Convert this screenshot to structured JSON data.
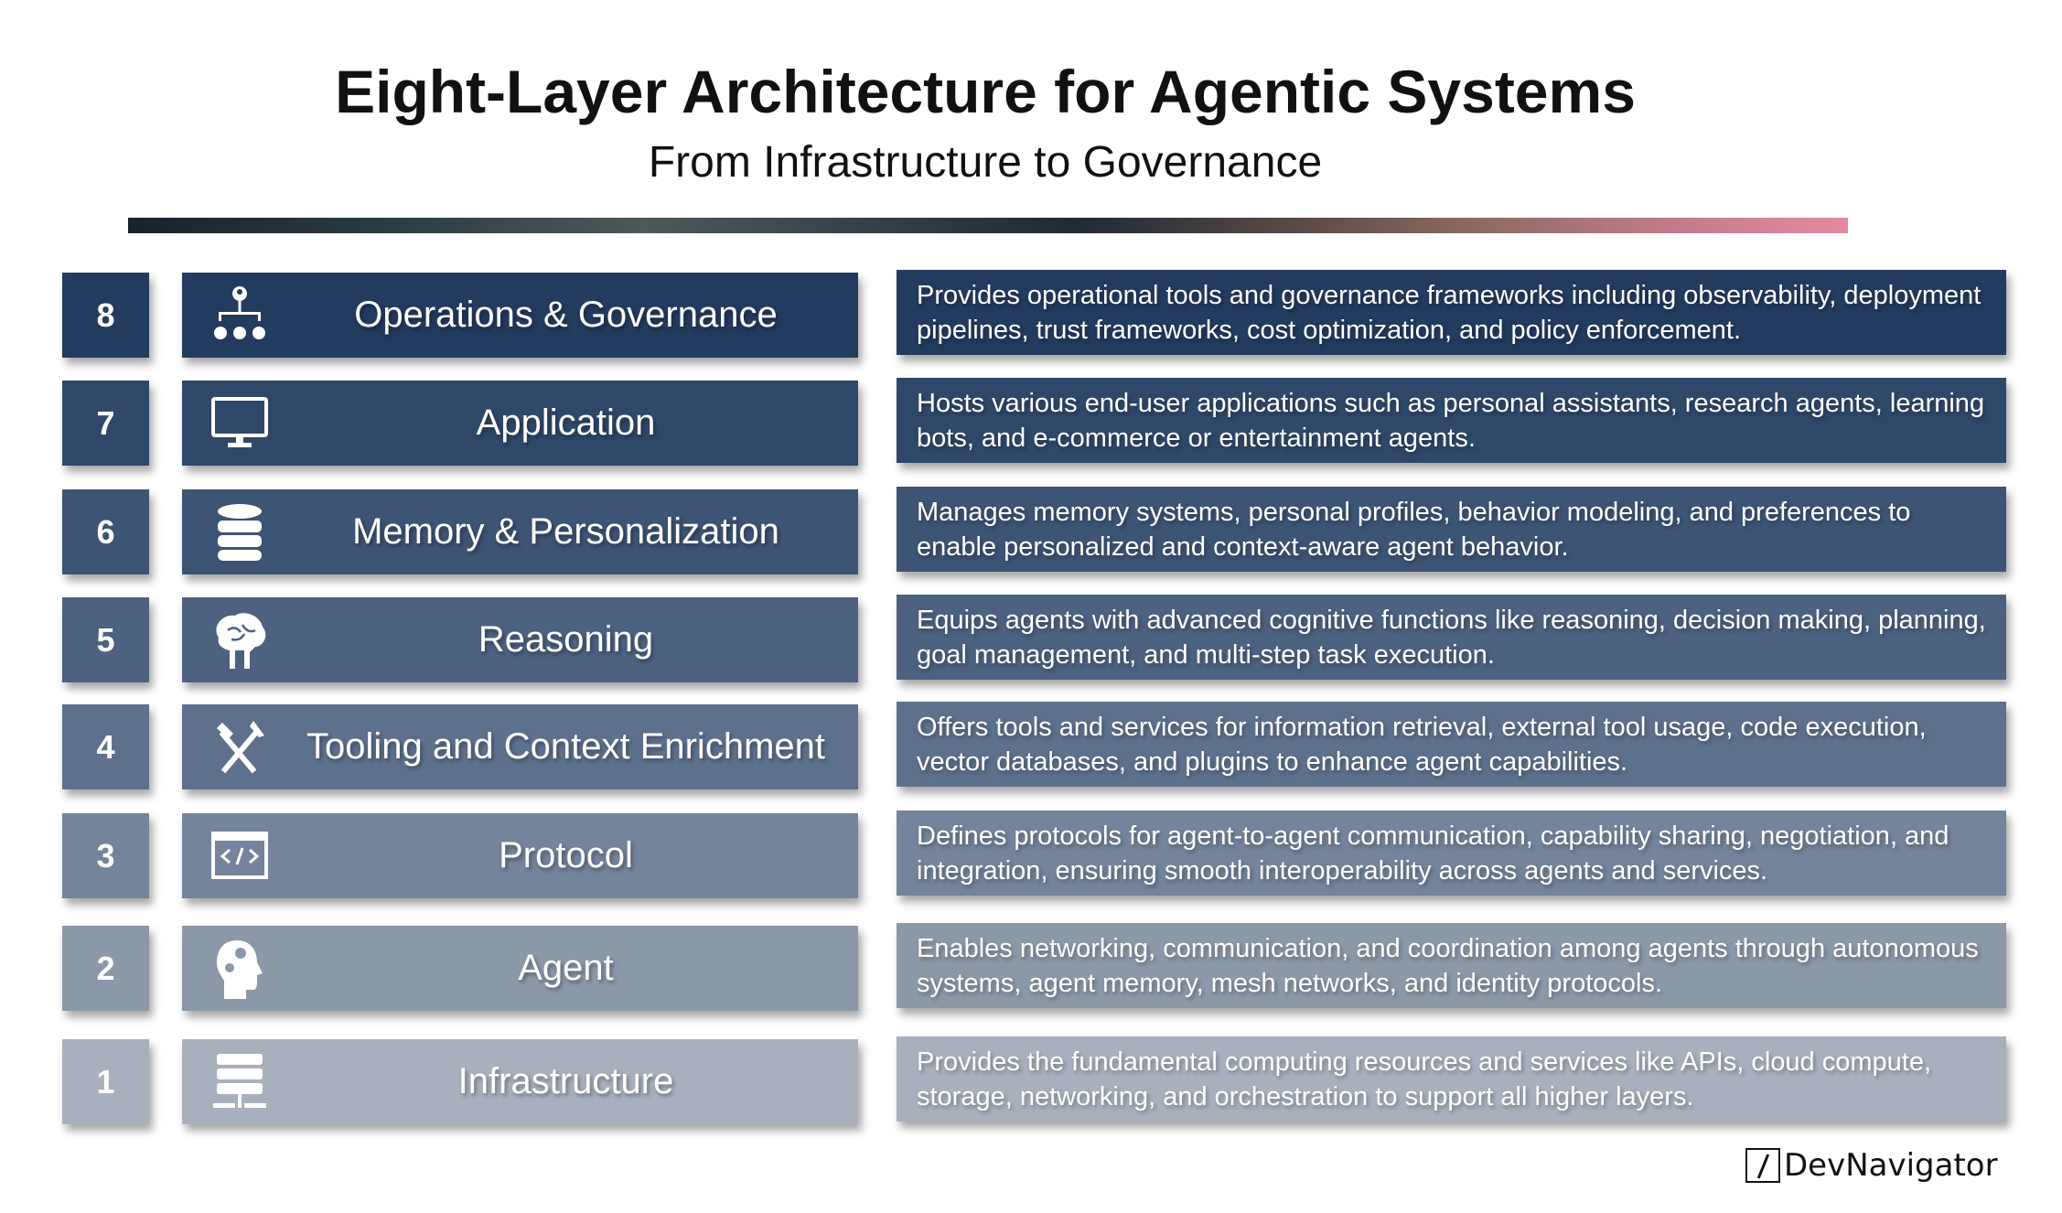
{
  "header": {
    "title": "Eight-Layer Architecture for Agentic Systems",
    "subtitle": "From Infrastructure to Governance"
  },
  "layers": [
    {
      "number": "8",
      "name": "Operations & Governance",
      "icon": "org-chart-icon",
      "color": "#233b5f",
      "description": "Provides operational tools and governance frameworks including observability, deployment pipelines, trust frameworks, cost optimization, and policy enforcement."
    },
    {
      "number": "7",
      "name": "Application",
      "icon": "monitor-icon",
      "color": "#2f4869",
      "description": "Hosts various end-user applications such as personal assistants, research agents, learning bots, and e-commerce or entertainment agents."
    },
    {
      "number": "6",
      "name": "Memory & Personalization",
      "icon": "database-icon",
      "color": "#3d5474",
      "description": "Manages memory systems, personal profiles, behavior modeling, and preferences to enable personalized and context-aware agent behavior."
    },
    {
      "number": "5",
      "name": "Reasoning",
      "icon": "brain-icon",
      "color": "#4c6280",
      "description": "Equips agents with advanced cognitive functions like reasoning, decision making, planning, goal management, and multi-step task execution."
    },
    {
      "number": "4",
      "name": "Tooling and Context Enrichment",
      "icon": "hammers-icon",
      "color": "#5d718d",
      "description": "Offers tools and services for information retrieval, external tool usage, code execution, vector databases, and plugins to enhance agent capabilities."
    },
    {
      "number": "3",
      "name": "Protocol",
      "icon": "code-window-icon",
      "color": "#73849b",
      "description": "Defines protocols for agent-to-agent communication, capability sharing, negotiation, and integration, ensuring smooth interoperability across agents and services."
    },
    {
      "number": "2",
      "name": "Agent",
      "icon": "head-gears-icon",
      "color": "#8b98a8",
      "description": "Enables networking, communication, and coordination among agents through autonomous systems, agent memory, mesh networks, and identity protocols."
    },
    {
      "number": "1",
      "name": "Infrastructure",
      "icon": "server-icon",
      "color": "#a8b0bd",
      "description": "Provides the fundamental computing resources and services like APIs, cloud compute, storage, networking, and orchestration to support all higher layers."
    }
  ],
  "footer": {
    "brand": "DevNavigator"
  }
}
